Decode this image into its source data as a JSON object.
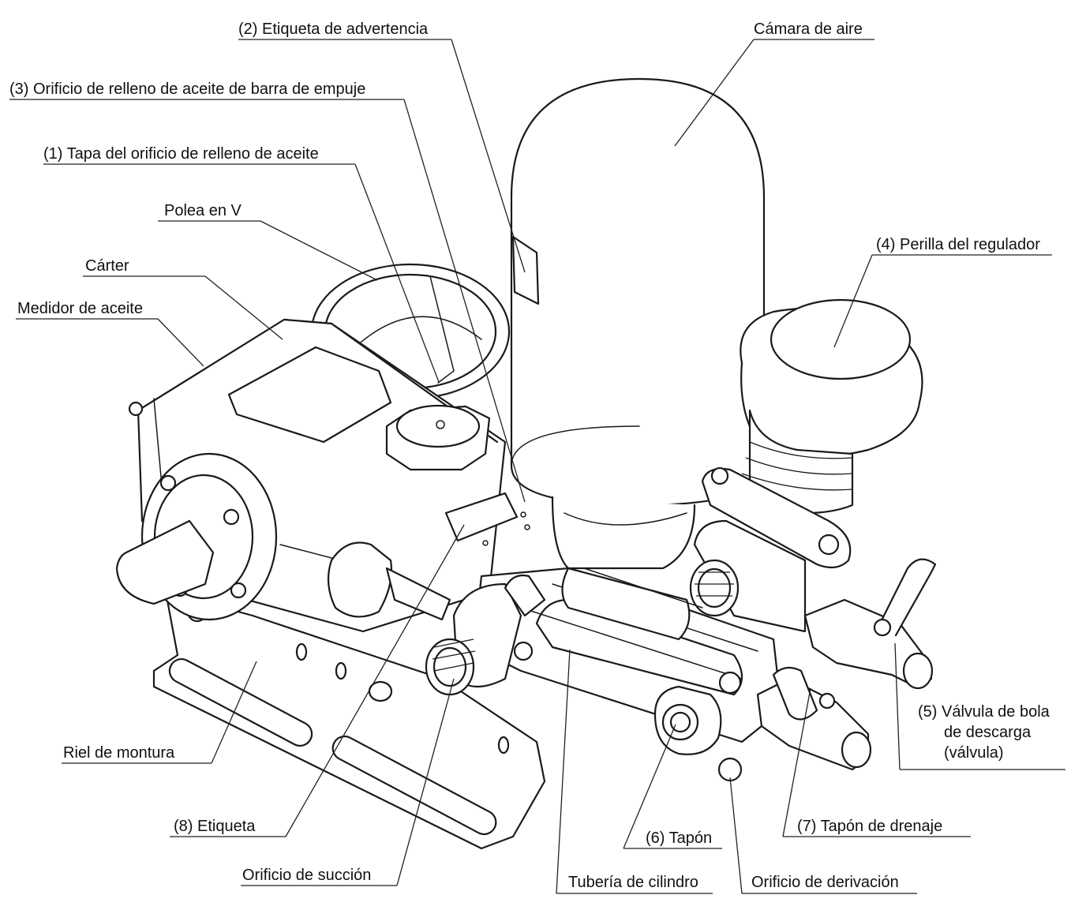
{
  "labels": {
    "warning_label": "(2) Etiqueta de advertencia",
    "air_chamber": "Cámara de aire",
    "push_rod_oil_hole": "(3) Orificio de relleno de aceite de barra de empuje",
    "oil_fill_cap": "(1) Tapa del orificio de relleno de aceite",
    "v_pulley": "Polea en V",
    "regulator_knob": "(4) Perilla del regulador",
    "crankcase": "Cárter",
    "oil_gauge": "Medidor de aceite",
    "discharge_valve_1": "(5) Válvula de bola",
    "discharge_valve_2": "de descarga",
    "discharge_valve_3": "(válvula)",
    "mounting_rail": "Riel de montura",
    "label_8": "(8) Etiqueta",
    "plug_6": "(6)  Tapón",
    "drain_plug": "(7)  Tapón de drenaje",
    "suction_port": "Orificio de succión",
    "cylinder_pipe": "Tubería de cilindro",
    "bypass_port": "Orificio de derivación"
  }
}
